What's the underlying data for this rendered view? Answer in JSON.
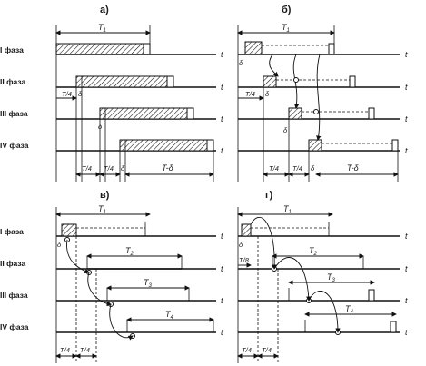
{
  "panels": [
    {
      "id": "a",
      "label": "а)"
    },
    {
      "id": "b",
      "label": "б)"
    },
    {
      "id": "v",
      "label": "в)"
    },
    {
      "id": "g",
      "label": "г)"
    }
  ],
  "phases": [
    "I фаза",
    "II фаза",
    "III фаза",
    "IV фаза"
  ],
  "axis_label": "t",
  "intervals": {
    "T1": "T",
    "T1_sub": "1",
    "T2": "T",
    "T2_sub": "2",
    "T3": "T",
    "T3_sub": "3",
    "T4": "T",
    "T4_sub": "4",
    "quarter_num": "T",
    "quarter_den": "4",
    "eighth_num": "T",
    "eighth_den": "8",
    "delta": "δ",
    "t_minus_delta": "T-δ"
  }
}
